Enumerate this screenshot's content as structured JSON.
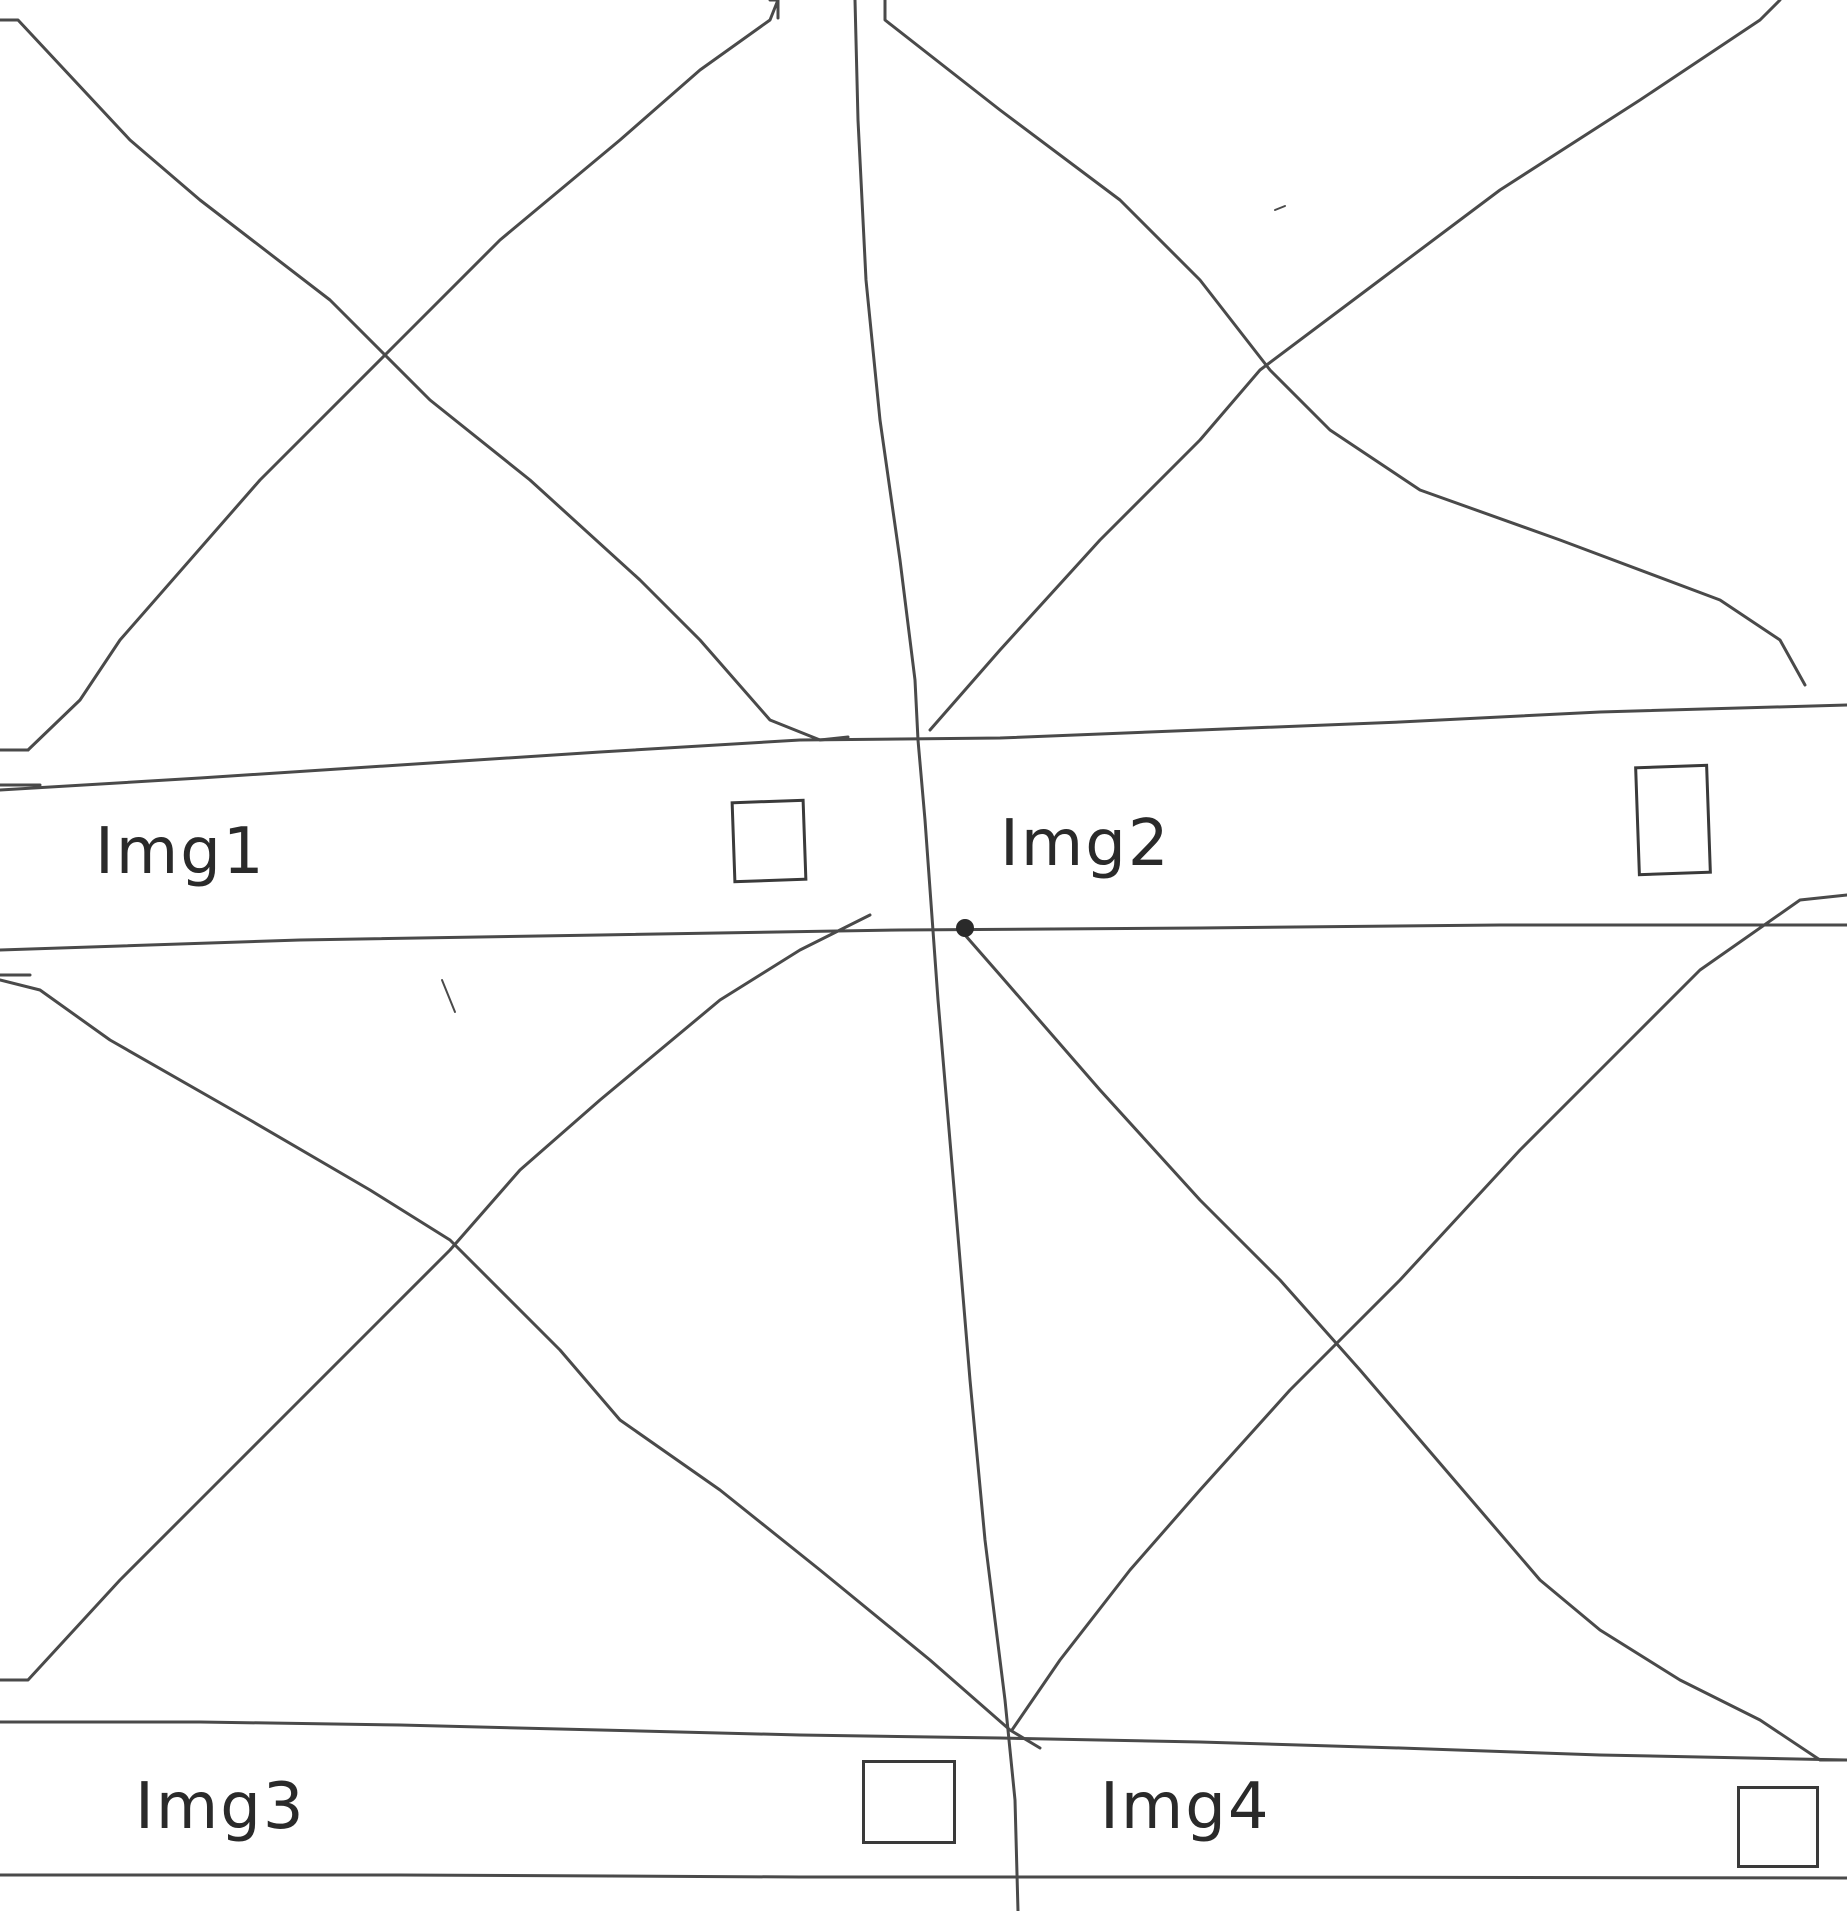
{
  "tiles": [
    {
      "caption": "Img1",
      "selected": false
    },
    {
      "caption": "Img2",
      "selected": false
    },
    {
      "caption": "Img3",
      "selected": false
    },
    {
      "caption": "Img4",
      "selected": false
    }
  ],
  "colors": {
    "stroke": "#3a3a3a",
    "background": "#ffffff"
  }
}
